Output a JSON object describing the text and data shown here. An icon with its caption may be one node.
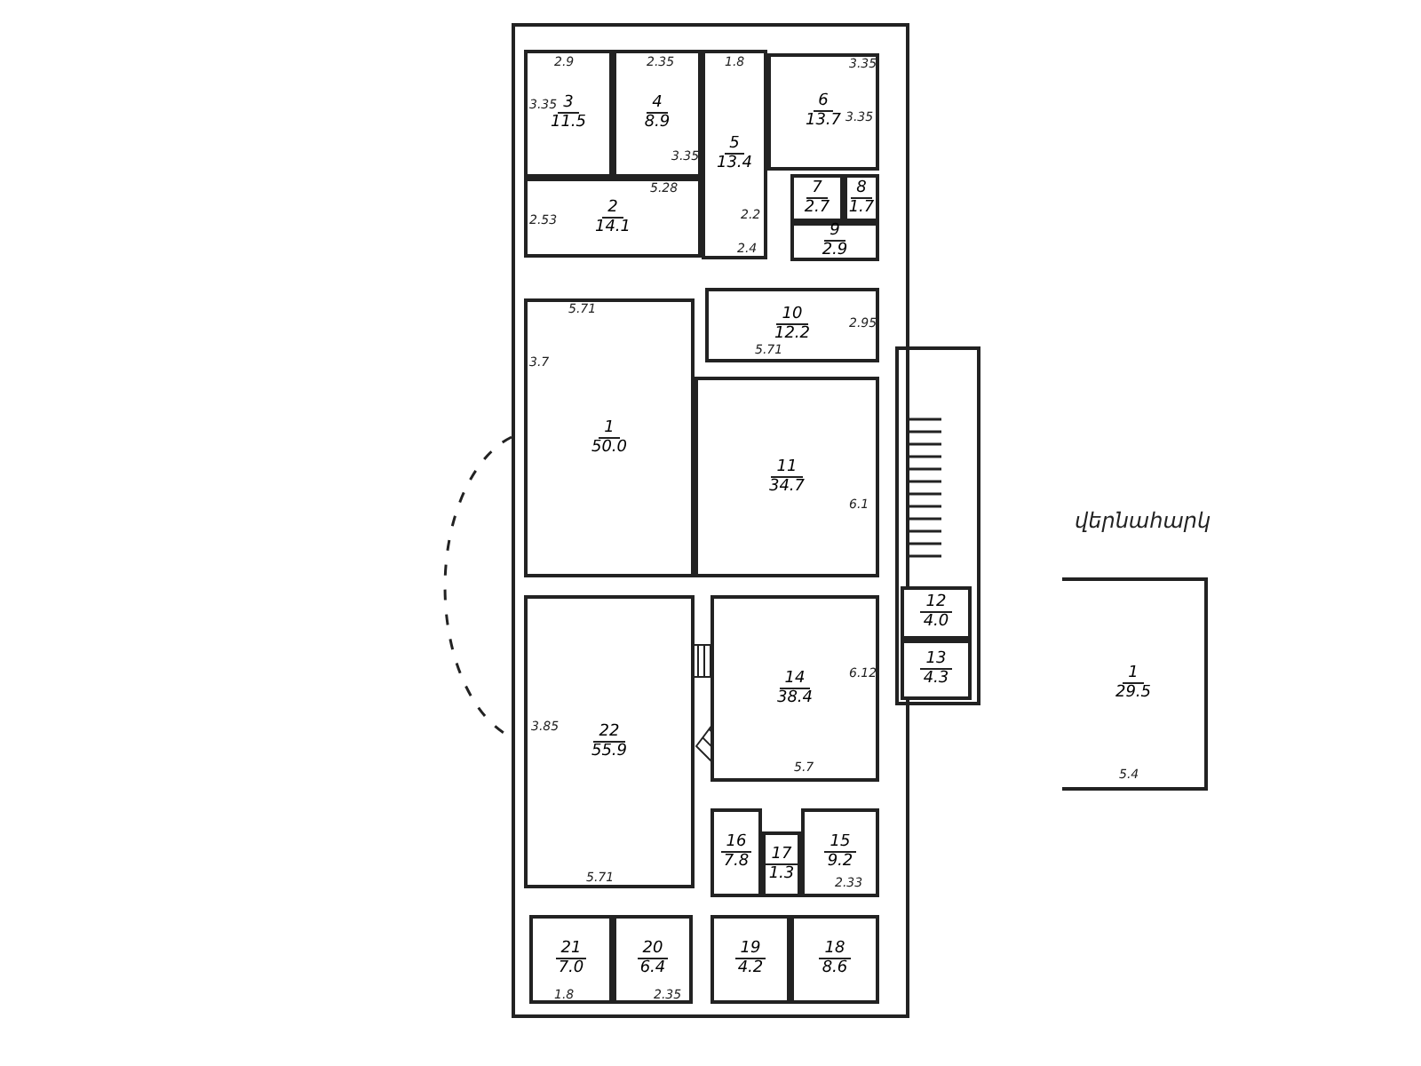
{
  "diagram": {
    "nodes": [
      {
        "text": [
          "3",
          "11.5"
        ]
      },
      {
        "text": [
          "4",
          "8.9"
        ]
      },
      {
        "text": [
          "6",
          "13.7"
        ]
      },
      {
        "text": [
          "2",
          "14.1"
        ]
      },
      {
        "text": [
          "5",
          "13.4"
        ]
      },
      {
        "text": [
          "7",
          "2.7"
        ]
      },
      {
        "text": [
          "8",
          "1.7"
        ]
      },
      {
        "text": [
          "9",
          "2.9"
        ]
      },
      {
        "text": [
          "10",
          "12.2"
        ]
      },
      {
        "text": [
          "1",
          "50.0"
        ]
      },
      {
        "text": [
          "11",
          "34.7"
        ]
      },
      {
        "text": [
          "12",
          "4.0"
        ]
      },
      {
        "text": [
          "13",
          "4.3"
        ]
      },
      {
        "text": [
          "22",
          "55.9"
        ]
      },
      {
        "text": [
          "14",
          "38.4"
        ]
      },
      {
        "text": [
          "16",
          "7.8"
        ]
      },
      {
        "text": [
          "17",
          "1.3"
        ]
      },
      {
        "text": [
          "15",
          "9.2"
        ]
      },
      {
        "text": [
          "21",
          "7.0"
        ]
      },
      {
        "text": [
          "20",
          "6.4"
        ]
      },
      {
        "text": [
          "19",
          "4.2"
        ]
      },
      {
        "text": [
          "18",
          "8.6"
        ]
      },
      {
        "text": [
          "1",
          "29.5"
        ]
      }
    ],
    "edges": [],
    "labels": [
      "2.9",
      "2.35",
      "1.8",
      "3.35",
      "3.35",
      "3.35",
      "3.35",
      "5.28",
      "2.53",
      "2.2",
      "2.4",
      "5.71",
      "3.7",
      "2.95",
      "5.71",
      "6.1",
      "6.12",
      "5.7",
      "3.85",
      "5.71",
      "2.33",
      "1.8",
      "2.35",
      "5.4",
      "վերնահարկ"
    ]
  }
}
